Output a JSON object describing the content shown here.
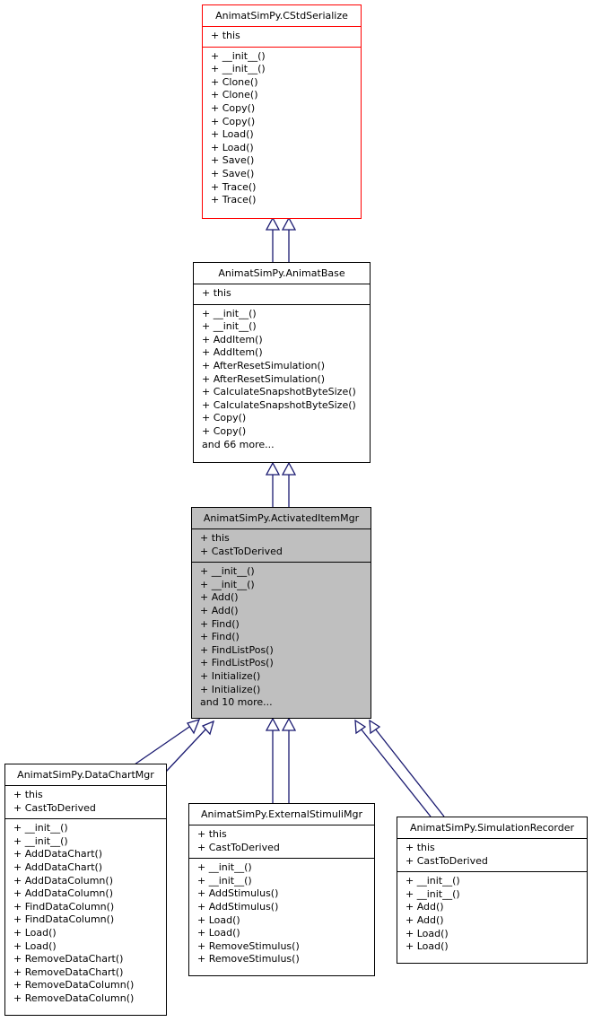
{
  "classes": {
    "cstdserialize": {
      "name": "AnimatSimPy.CStdSerialize",
      "attributes": [
        "+ this"
      ],
      "operations": [
        "+ __init__()",
        "+ __init__()",
        "+ Clone()",
        "+ Clone()",
        "+ Copy()",
        "+ Copy()",
        "+ Load()",
        "+ Load()",
        "+ Save()",
        "+ Save()",
        "+ Trace()",
        "+ Trace()"
      ]
    },
    "animatbase": {
      "name": "AnimatSimPy.AnimatBase",
      "attributes": [
        "+ this"
      ],
      "operations": [
        "+ __init__()",
        "+ __init__()",
        "+ AddItem()",
        "+ AddItem()",
        "+ AfterResetSimulation()",
        "+ AfterResetSimulation()",
        "+ CalculateSnapshotByteSize()",
        "+ CalculateSnapshotByteSize()",
        "+ Copy()",
        "+ Copy()",
        "and 66 more..."
      ]
    },
    "activateditemmgr": {
      "name": "AnimatSimPy.ActivatedItemMgr",
      "attributes": [
        "+ this",
        "+ CastToDerived"
      ],
      "operations": [
        "+ __init__()",
        "+ __init__()",
        "+ Add()",
        "+ Add()",
        "+ Find()",
        "+ Find()",
        "+ FindListPos()",
        "+ FindListPos()",
        "+ Initialize()",
        "+ Initialize()",
        "and 10 more..."
      ]
    },
    "datachartmgr": {
      "name": "AnimatSimPy.DataChartMgr",
      "attributes": [
        "+ this",
        "+ CastToDerived"
      ],
      "operations": [
        "+ __init__()",
        "+ __init__()",
        "+ AddDataChart()",
        "+ AddDataChart()",
        "+ AddDataColumn()",
        "+ AddDataColumn()",
        "+ FindDataColumn()",
        "+ FindDataColumn()",
        "+ Load()",
        "+ Load()",
        "+ RemoveDataChart()",
        "+ RemoveDataChart()",
        "+ RemoveDataColumn()",
        "+ RemoveDataColumn()"
      ]
    },
    "externalstimulimgr": {
      "name": "AnimatSimPy.ExternalStimuliMgr",
      "attributes": [
        "+ this",
        "+ CastToDerived"
      ],
      "operations": [
        "+ __init__()",
        "+ __init__()",
        "+ AddStimulus()",
        "+ AddStimulus()",
        "+ Load()",
        "+ Load()",
        "+ RemoveStimulus()",
        "+ RemoveStimulus()"
      ]
    },
    "simulationrecorder": {
      "name": "AnimatSimPy.SimulationRecorder",
      "attributes": [
        "+ this",
        "+ CastToDerived"
      ],
      "operations": [
        "+ __init__()",
        "+ __init__()",
        "+ Add()",
        "+ Add()",
        "+ Load()",
        "+ Load()"
      ]
    }
  },
  "colors": {
    "edge": "#191970",
    "highlight_border": "#ff0000",
    "focus_fill": "#bfbfbf"
  }
}
